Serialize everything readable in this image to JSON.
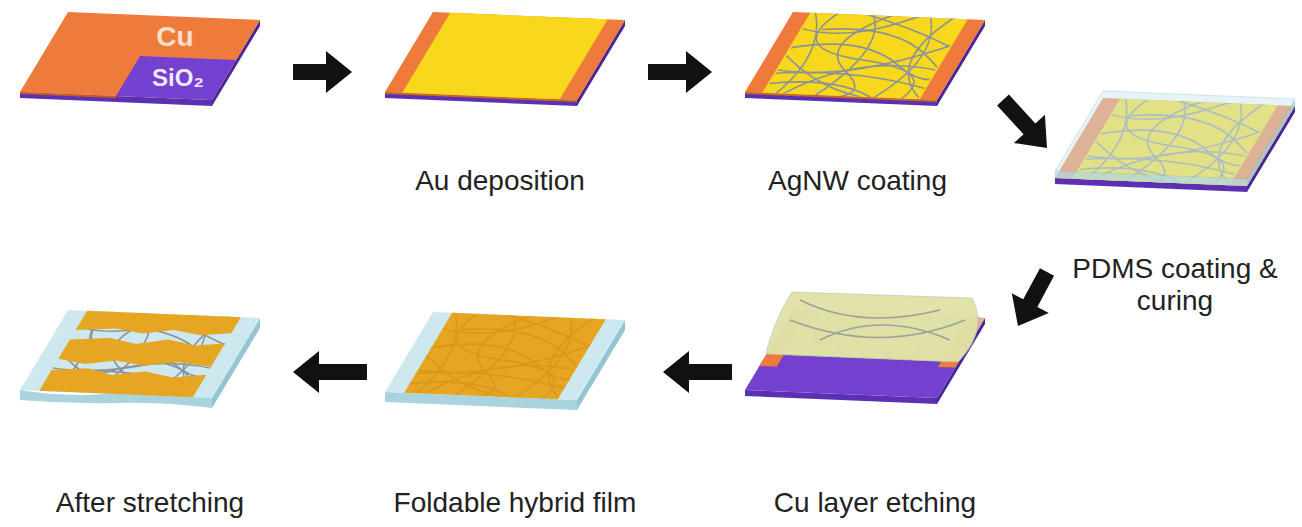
{
  "diagram": {
    "nodes": [
      {
        "text": [
          "Cu",
          "SiO₂"
        ]
      },
      {
        "text": [
          "Au deposition"
        ]
      },
      {
        "text": [
          "AgNW coating"
        ]
      },
      {
        "text": [
          "PDMS coating & curing"
        ]
      },
      {
        "text": [
          "Cu layer etching"
        ]
      },
      {
        "text": [
          "Foldable hybrid film"
        ]
      },
      {
        "text": [
          "After stretching"
        ]
      }
    ],
    "edges": [
      {
        "from": 0,
        "to": 1,
        "arrow": "to"
      },
      {
        "from": 1,
        "to": 2,
        "arrow": "to"
      },
      {
        "from": 2,
        "to": 3,
        "arrow": "to"
      },
      {
        "from": 3,
        "to": 4,
        "arrow": "to"
      },
      {
        "from": 4,
        "to": 5,
        "arrow": "to"
      },
      {
        "from": 5,
        "to": 6,
        "arrow": "to"
      }
    ]
  }
}
